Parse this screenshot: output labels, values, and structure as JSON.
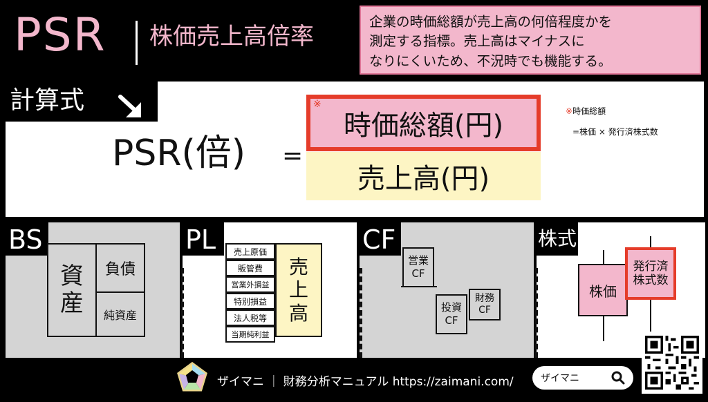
{
  "header": {
    "title": "PSR",
    "subtitle": "株価売上高倍率",
    "description": "企業の時価総額が売上高の何倍程度かを\n測定する指標。売上高はマイナスに\nなりにくいため、不況時でも機能する。"
  },
  "formula": {
    "label": "計算式",
    "lhs": "PSR(倍)",
    "equals": "=",
    "numerator_mark": "※",
    "numerator": "時価総額(円)",
    "denominator": "売上高(円)",
    "note_mark": "※",
    "note_title": "時価総額",
    "note_formula": "=株価 × 発行済株式数"
  },
  "panels": {
    "bs": {
      "label": "BS",
      "assets": "資\n産",
      "liabilities": "負債",
      "net_assets": "純資産"
    },
    "pl": {
      "label": "PL",
      "items": [
        "売上原価",
        "販管費",
        "営業外損益",
        "特別損益",
        "法人税等",
        "当期純利益"
      ],
      "revenue": "売\n上\n高"
    },
    "cf": {
      "label": "CF",
      "operating": "営業\nCF",
      "investing": "投資\nCF",
      "financing": "財務\nCF"
    },
    "kabu": {
      "label": "株式",
      "price": "株価",
      "shares": "発行済\n株式数"
    }
  },
  "footer": {
    "brand_text": "ザイマニ ｜ 財務分析マニュアル  https://zaimani.com/",
    "search_text": "ザイマニ",
    "icons": [
      "pentagon-logo-icon",
      "search-icon",
      "qr-code-icon"
    ]
  },
  "colors": {
    "pink": "#f3b7cc",
    "red": "#e53c2a",
    "yellow": "#fdf5c4",
    "gray": "#d4d4d4"
  }
}
